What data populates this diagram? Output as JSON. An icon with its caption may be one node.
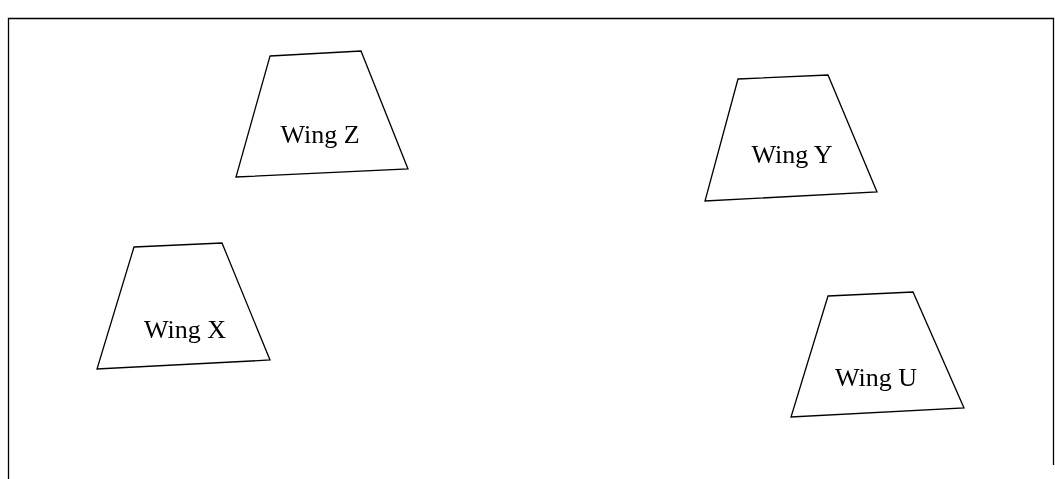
{
  "diagram": {
    "nodes": [
      {
        "text": [
          "Wing Z"
        ]
      },
      {
        "text": [
          "Wing Y"
        ]
      },
      {
        "text": [
          "Wing X"
        ]
      },
      {
        "text": [
          "Wing U"
        ]
      }
    ]
  }
}
